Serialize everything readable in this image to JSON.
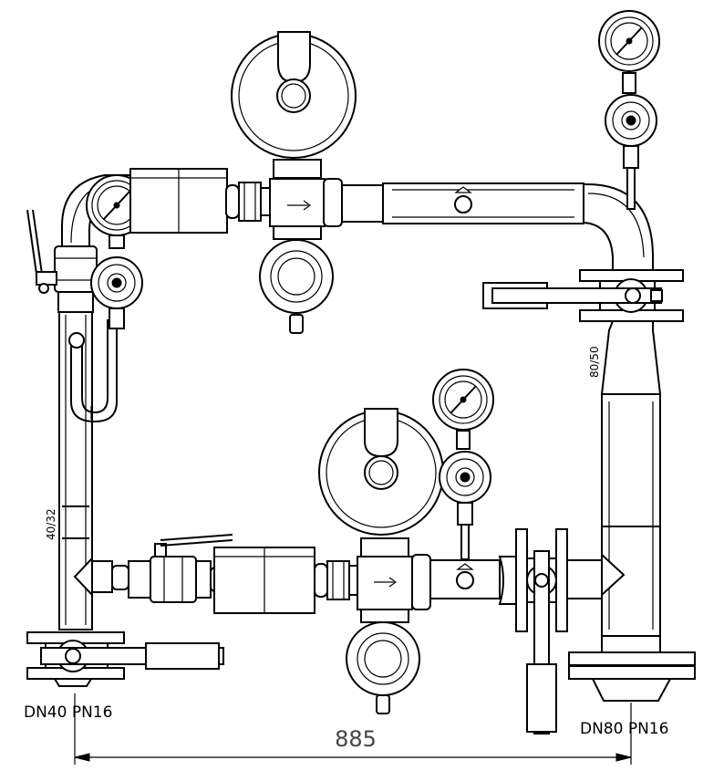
{
  "labels": {
    "left_connection": "DN40 PN16",
    "right_connection": "DN80 PN16",
    "overall_dimension": "885",
    "left_pipe_size": "40/32",
    "right_pipe_size": "80/50"
  }
}
